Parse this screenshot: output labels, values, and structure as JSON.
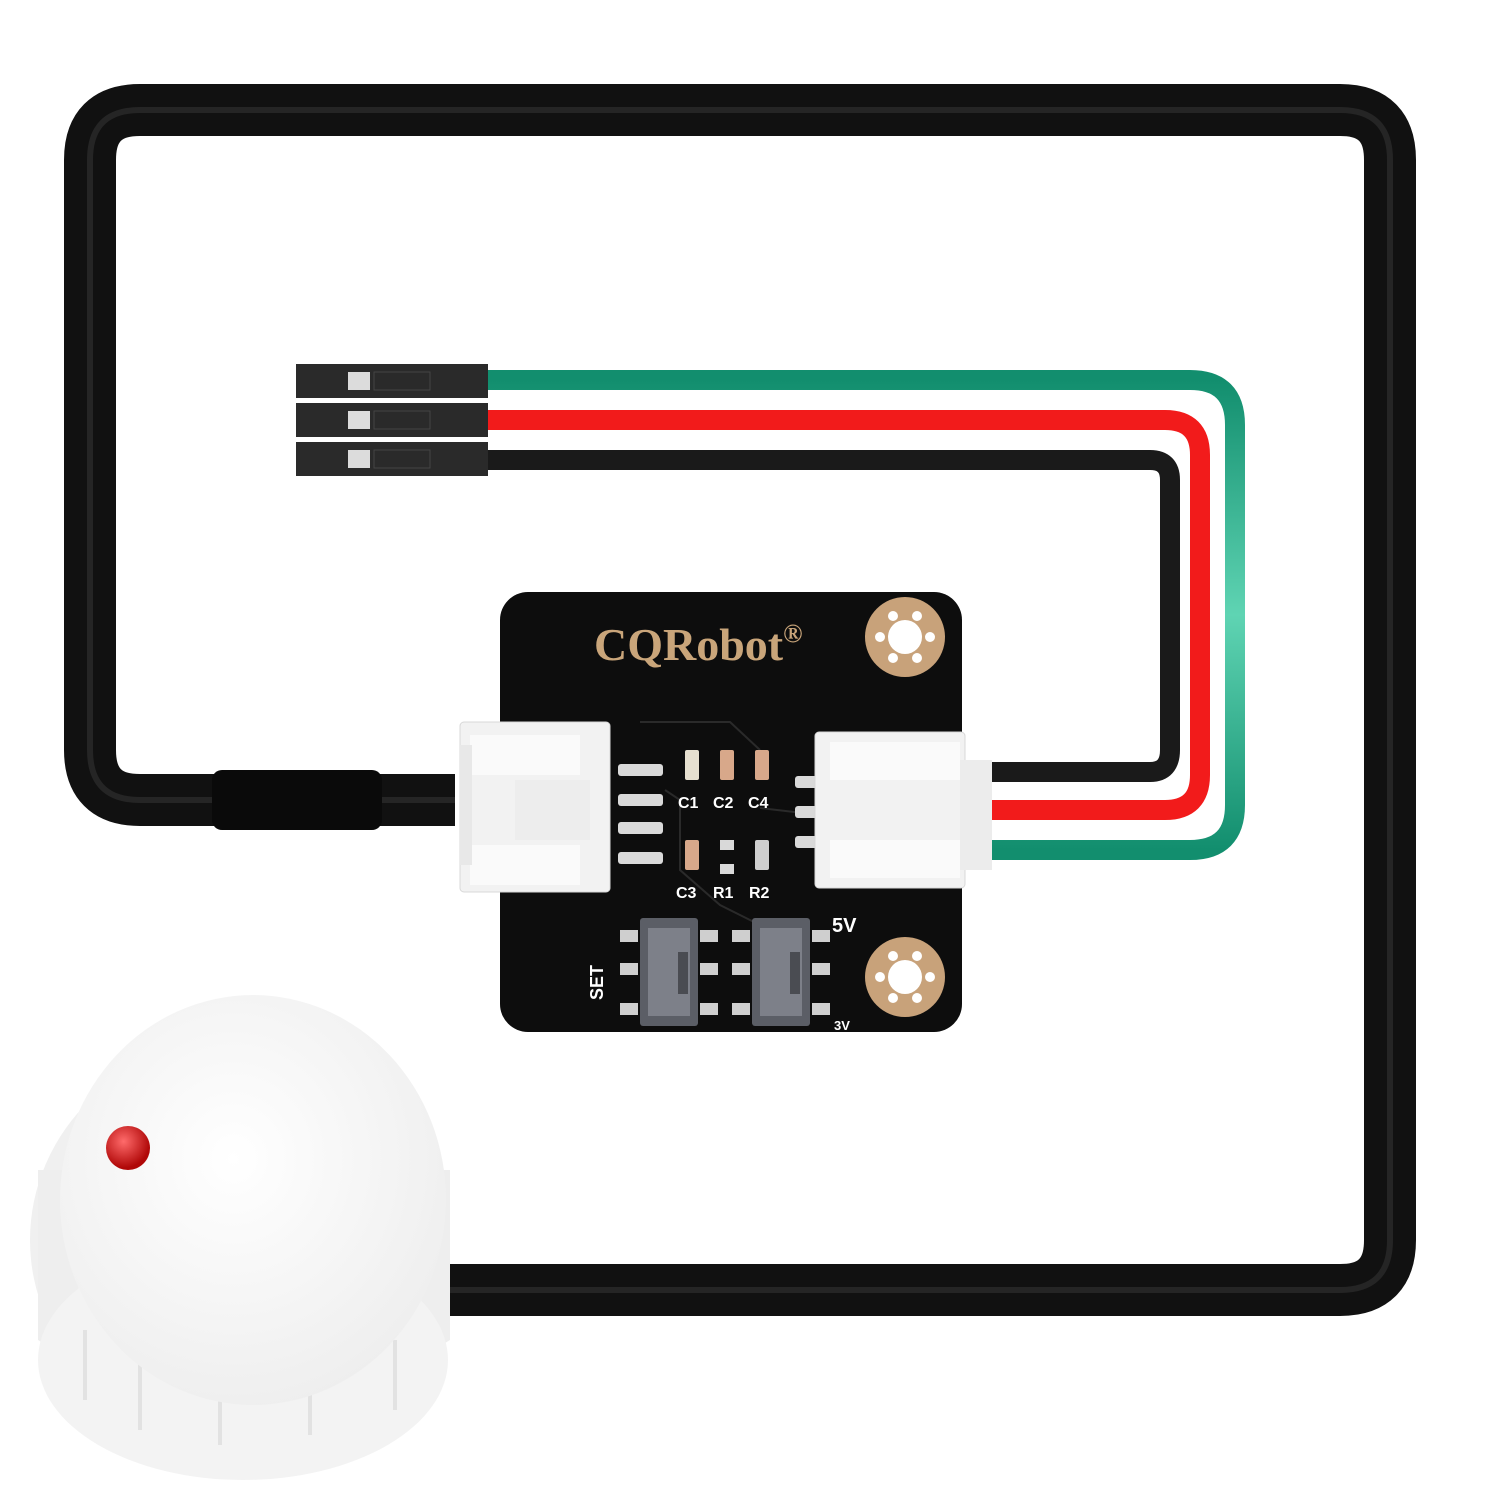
{
  "product": {
    "brand": "CQRobot",
    "registered_mark": "®"
  },
  "board": {
    "labels": {
      "c1": "C1",
      "c2": "C2",
      "c4": "C4",
      "c3": "C3",
      "r1": "R1",
      "r2": "R2",
      "set": "SET",
      "v5": "5V",
      "v3": "3V"
    }
  },
  "colors": {
    "background": "#ffffff",
    "pcb": "#0d0d0d",
    "brand_gold": "#c9a57a",
    "pad_copper": "#c8a27a",
    "cable_black": "#111111",
    "wire_green": "#1fae8a",
    "wire_red": "#f21b1b",
    "wire_black": "#1a1a1a",
    "connector_white": "#f2f2f2",
    "sensor_white": "#f7f7f7",
    "led_red": "#d01010"
  }
}
